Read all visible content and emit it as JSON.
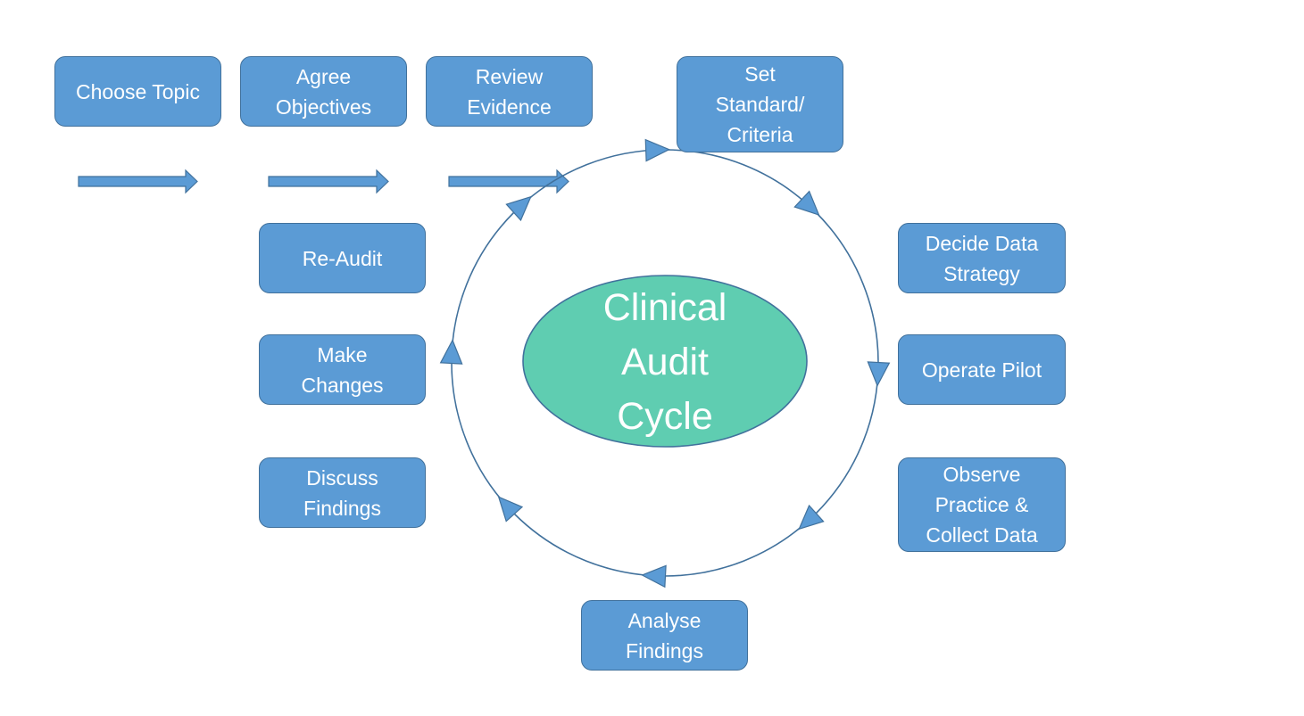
{
  "diagram": {
    "center_label": "Clinical\nAudit\nCycle",
    "colors": {
      "box_fill": "#5b9bd5",
      "box_border": "#41719c",
      "ellipse_fill": "#5fcdb1",
      "ellipse_border": "#41719c",
      "line": "#41719c",
      "text": "#ffffff"
    },
    "preliminary_steps": [
      {
        "label": "Choose Topic"
      },
      {
        "label": "Agree\nObjectives"
      },
      {
        "label": "Review\nEvidence"
      }
    ],
    "cycle_steps": [
      {
        "label": "Set\nStandard/\nCriteria"
      },
      {
        "label": "Decide Data\nStrategy"
      },
      {
        "label": "Operate Pilot"
      },
      {
        "label": "Observe\nPractice &\nCollect Data"
      },
      {
        "label": "Analyse\nFindings"
      },
      {
        "label": "Discuss\nFindings"
      },
      {
        "label": "Make\nChanges"
      },
      {
        "label": "Re-Audit"
      }
    ],
    "flow_arrows": [
      {
        "from": "Choose Topic",
        "to": "Agree Objectives"
      },
      {
        "from": "Agree Objectives",
        "to": "Review Evidence"
      },
      {
        "from": "Review Evidence",
        "to": "Set Standard/Criteria"
      }
    ],
    "cycle_direction": "clockwise"
  }
}
